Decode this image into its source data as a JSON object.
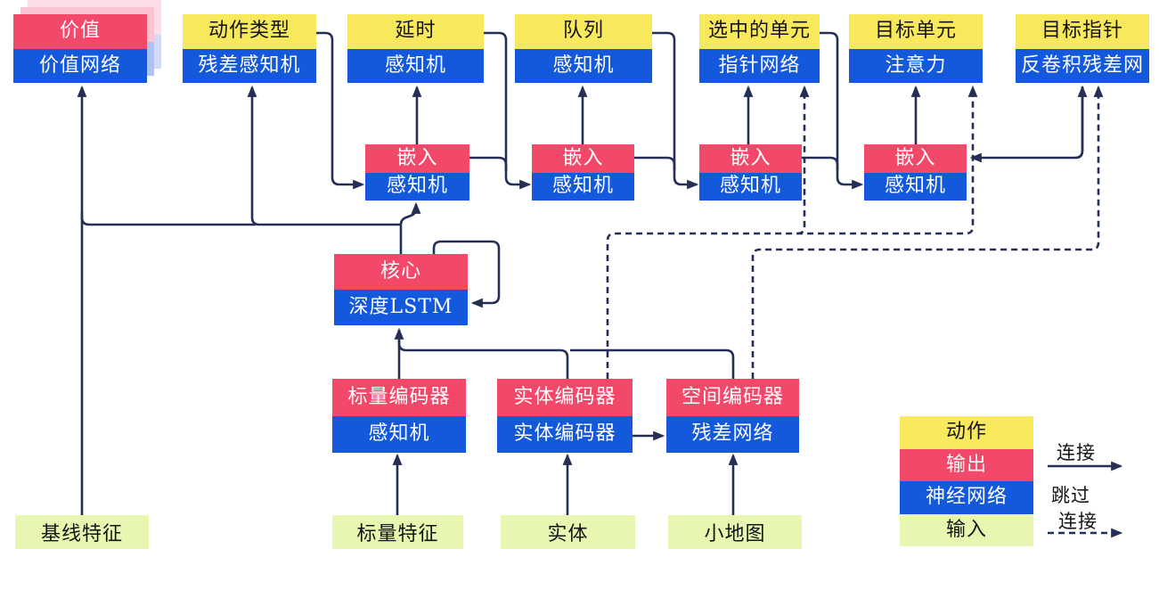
{
  "nodes": {
    "value": {
      "top": "价值",
      "bottom": "价值网络"
    },
    "action_type": {
      "top": "动作类型",
      "bottom": "残差感知机"
    },
    "delay": {
      "top": "延时",
      "bottom": "感知机"
    },
    "queue": {
      "top": "队列",
      "bottom": "感知机"
    },
    "selected_units": {
      "top": "选中的单元",
      "bottom": "指针网络"
    },
    "target_unit": {
      "top": "目标单元",
      "bottom": "注意力"
    },
    "target_pointer": {
      "top": "目标指针",
      "bottom": "反卷积残差网"
    },
    "embed1": {
      "top": "嵌入",
      "bottom": "感知机"
    },
    "embed2": {
      "top": "嵌入",
      "bottom": "感知机"
    },
    "embed3": {
      "top": "嵌入",
      "bottom": "感知机"
    },
    "embed4": {
      "top": "嵌入",
      "bottom": "感知机"
    },
    "core": {
      "top": "核心",
      "bottom": "深度LSTM"
    },
    "scalar_encoder": {
      "top": "标量编码器",
      "bottom": "感知机"
    },
    "entity_encoder": {
      "top": "实体编码器",
      "bottom": "实体编码器"
    },
    "spatial_encoder": {
      "top": "空间编码器",
      "bottom": "残差网络"
    }
  },
  "inputs": {
    "baseline_features": "基线特征",
    "scalar_features": "标量特征",
    "entities": "实体",
    "minimap": "小地图"
  },
  "legend": {
    "action": "动作",
    "output": "输出",
    "neural_network": "神经网络",
    "input": "输入",
    "connection": "连接",
    "skip_word": "跳过",
    "skip_word2": "连接"
  },
  "colors": {
    "action_yellow": "#F8E95C",
    "output_pink": "#F2496B",
    "network_blue": "#1458DB",
    "input_green": "#E7F7B1",
    "line_navy": "#252F55"
  }
}
